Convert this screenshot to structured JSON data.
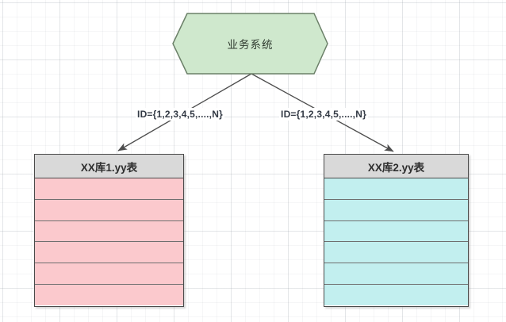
{
  "diagram": {
    "hexagon": {
      "label": "业务系统",
      "fill": "#cfe8cd",
      "stroke": "#6b8068"
    },
    "edges": {
      "color": "#4d4d4d",
      "left": {
        "label": "ID={1,2,3,4,5,....,N}"
      },
      "right": {
        "label": "ID={1,2,3,4,5,....,N}"
      }
    },
    "tables": {
      "left": {
        "title": "XX库1.yy表",
        "header_fill": "#d9d9d9",
        "row_fill": "#fbc9cd",
        "row_count": 6
      },
      "right": {
        "title": "XX库2.yy表",
        "header_fill": "#d9d9d9",
        "row_fill": "#c2efef",
        "row_count": 6
      }
    }
  }
}
